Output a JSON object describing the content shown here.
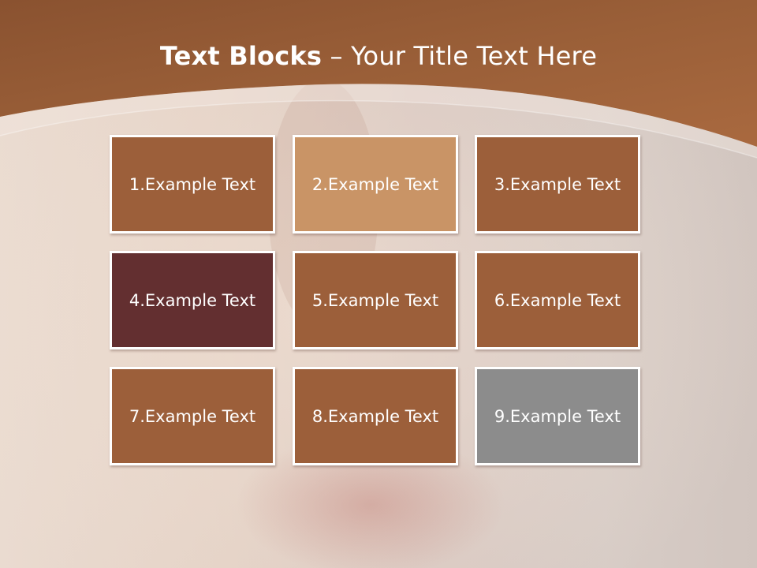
{
  "title": {
    "bold": "Text Blocks",
    "dash": " – ",
    "rest": "Your Title Text Here"
  },
  "blocks": [
    {
      "label": "1.Example Text",
      "color": "#9c5f3a"
    },
    {
      "label": "2.Example Text",
      "color": "#c99466"
    },
    {
      "label": "3.Example Text",
      "color": "#9c5f3a"
    },
    {
      "label": "4.Example Text",
      "color": "#632f30"
    },
    {
      "label": "5.Example Text",
      "color": "#9c5f3a"
    },
    {
      "label": "6.Example Text",
      "color": "#9c5f3a"
    },
    {
      "label": "7.Example Text",
      "color": "#9c5f3a"
    },
    {
      "label": "8.Example Text",
      "color": "#9c5f3a"
    },
    {
      "label": "9.Example Text",
      "color": "#8c8c8c"
    }
  ]
}
